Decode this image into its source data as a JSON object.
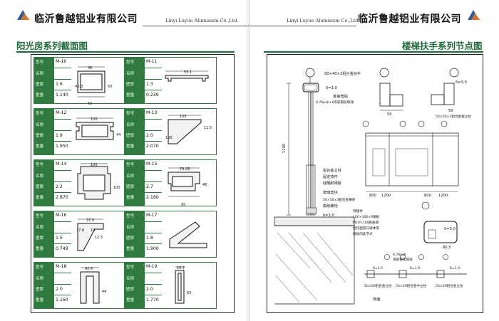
{
  "header": {
    "company_cn_left": "临沂鲁越铝业有限公司",
    "company_en_left": "Linyi Luyue Aluminum Co.,Ltd.",
    "company_en_right": "Linyi Luyue Aluminum Co.,Ltd.",
    "company_cn_right": "临沂鲁越铝业有限公司"
  },
  "left_page": {
    "section_title": "阳光房系列截面图",
    "field_labels": {
      "model": "型号",
      "name": "名称",
      "wall": "壁厚",
      "weight": "重量"
    },
    "cards": [
      {
        "code": "M-10",
        "wall": "1.6",
        "weight": "1.140",
        "dims": [
          "45",
          "40.3",
          "50",
          "55"
        ]
      },
      {
        "code": "M-11",
        "wall": "1.3",
        "weight": "0.239",
        "dims": [
          "53.1"
        ]
      },
      {
        "code": "M-12",
        "wall": "1.9",
        "weight": "1.950",
        "dims": [
          "100",
          "44"
        ]
      },
      {
        "code": "M-13",
        "wall": "2.0",
        "weight": "2.070",
        "dims": [
          "100",
          "11.5",
          "100"
        ]
      },
      {
        "code": "M-14",
        "wall": "2.2",
        "weight": "2.870",
        "dims": [
          "100",
          "100"
        ]
      },
      {
        "code": "M-15",
        "wall": "2.7",
        "weight": "2.180",
        "dims": [
          "79.93",
          "48",
          "95"
        ]
      },
      {
        "code": "M-16",
        "wall": "1.5",
        "weight": "0.749",
        "dims": [
          "37.5",
          "17.8",
          "14",
          "12.5"
        ]
      },
      {
        "code": "M-17",
        "wall": "1.8",
        "weight": "1.900",
        "dims": []
      },
      {
        "code": "M-18",
        "wall": "2.0",
        "weight": "1.160",
        "dims": [
          "42.6",
          "44"
        ]
      },
      {
        "code": "M-19",
        "wall": "2.0",
        "weight": "1.770",
        "dims": [
          "15.7",
          "63"
        ]
      }
    ]
  },
  "right_page": {
    "section_title": "楼梯扶手系列节点图",
    "labels": {
      "handrail": "80×40×3铝合金扶手",
      "thickness": "δ=3.0",
      "connector": "连接角铝",
      "glass": "6.76pvb+6夹胶钢化玻璃",
      "post": "铝合金立柱",
      "fixing": "固定铁件",
      "sealant": "硅酮耐候胶",
      "glass_block": "玻璃垫块",
      "angle": "50×50×3铝合金横梁",
      "bolt": "膨胀螺栓",
      "delta3": "δ=3.0",
      "anchor_1": "预埋件",
      "anchor_2": "100×100×6钢板",
      "anchor_3": "M10×100膨胀管",
      "anchor_4": "栏杆面管与墙体或",
      "anchor_5": "接处同此节点",
      "height": "1100",
      "corner_post": "50×50×3铝合金角立柱",
      "elev_1": "800",
      "elev_2": "1200",
      "elev_3": "800",
      "elev_4": "1200",
      "handrail_section": "80.5",
      "bottom_title": "6.76pvb",
      "bottom_sub": "夹胶钢化玻璃",
      "post_a": "50×50铝合金立柱",
      "post_b": "50×50铝合金中立柱",
      "post_c": "50×50铝合金立柱",
      "ground": "地面",
      "dim_50": "50",
      "dim_delta": "δ=1.0"
    }
  },
  "colors": {
    "brand_green": "#1f6a3a",
    "card_green": "#2f7a3f",
    "logo_blue": "#2c5c9c",
    "logo_orange": "#e87a1f"
  }
}
